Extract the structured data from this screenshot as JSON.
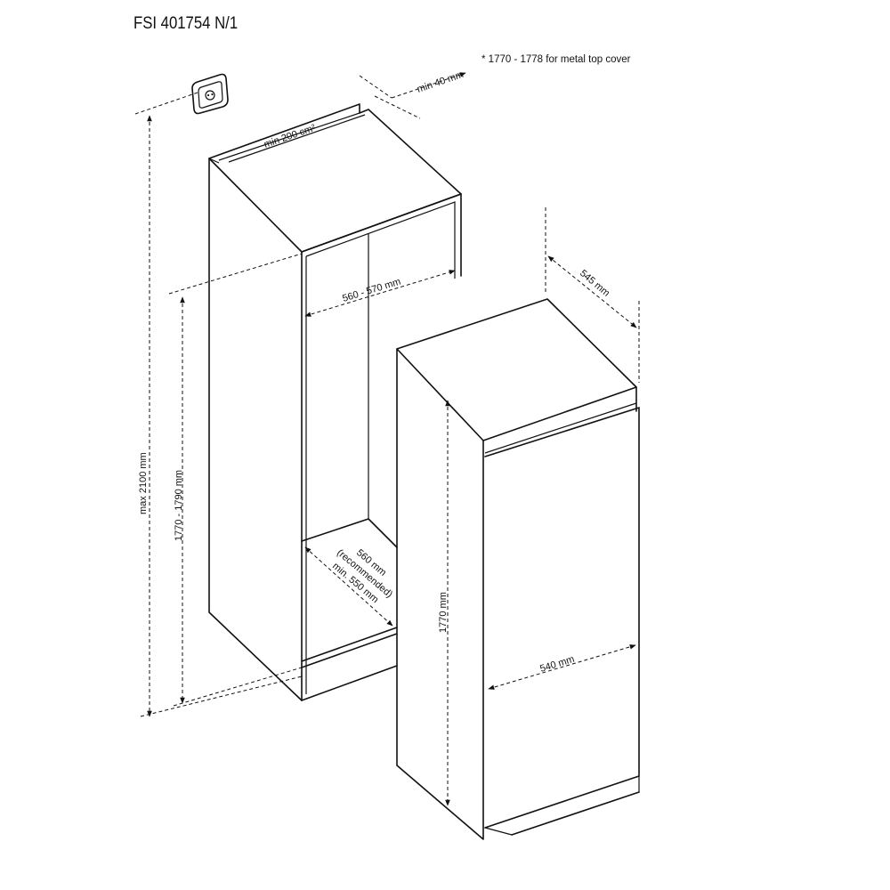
{
  "title": "FSI 401754 N/1",
  "note": "* 1770 - 1778 for metal top cover",
  "labels": {
    "vent": "min 200 cm²",
    "gap": "min 40 mm",
    "niche_width": "560 - 570 mm",
    "max_height": "max 2100 mm",
    "niche_height": "1770 - 1790 mm",
    "depth_line1": "560 mm",
    "depth_line2": "(recommended)",
    "depth_line3": "min. 550 mm",
    "appliance_depth": "545 mm",
    "appliance_height": "1770 mm",
    "appliance_width": "540 mm"
  },
  "icons": {
    "socket": "power-socket-icon"
  }
}
